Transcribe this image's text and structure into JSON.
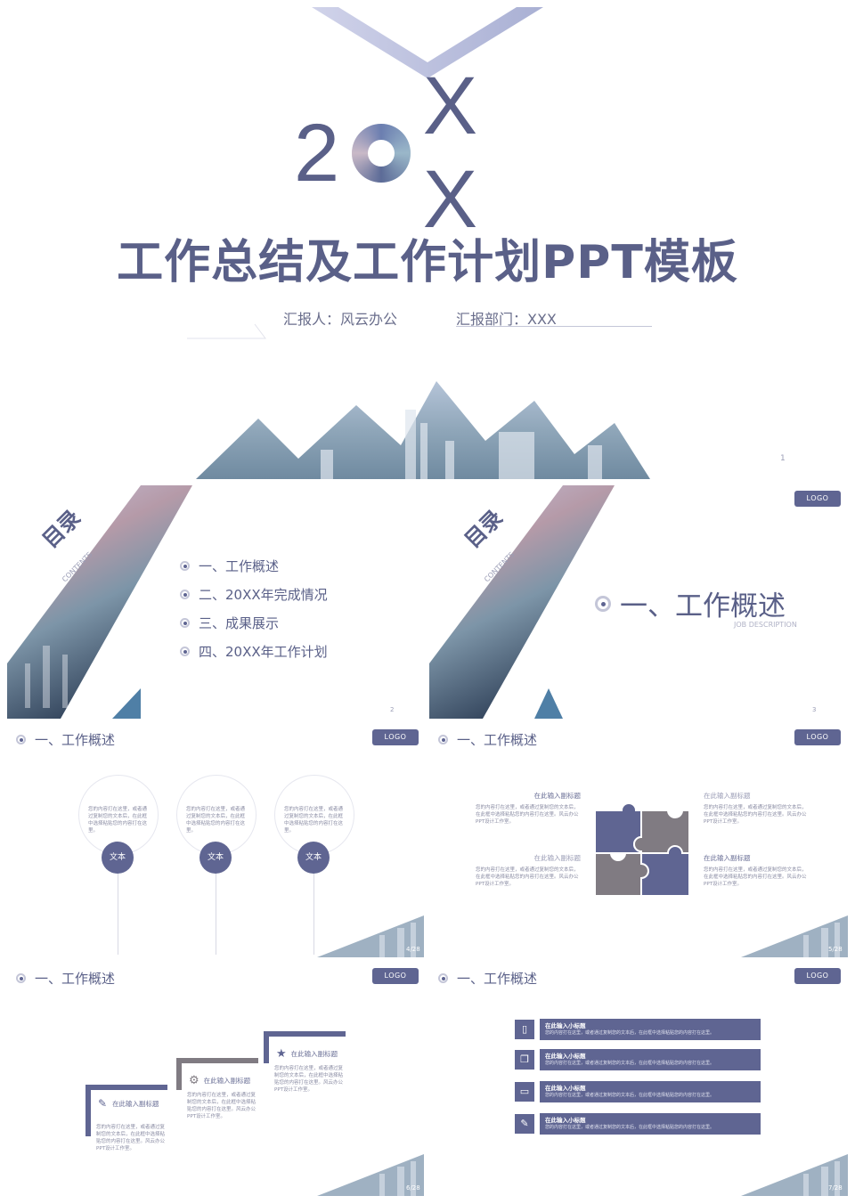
{
  "cover": {
    "year_digit_1": "2",
    "year_xx": "X X",
    "title": "工作总结及工作计划PPT模板",
    "reporter": "汇报人：风云办公",
    "department": "汇报部门：XXX",
    "page": "1"
  },
  "toc": {
    "title": "目录",
    "subtitle": "CONTENTS",
    "items": [
      {
        "label": "一、工作概述"
      },
      {
        "label": "二、20XX年完成情况"
      },
      {
        "label": "三、成果展示"
      },
      {
        "label": "四、20XX年工作计划"
      }
    ],
    "page": "2"
  },
  "section1": {
    "title": "目录",
    "subtitle": "CONTENTS",
    "logo": "LOGO",
    "heading": "一、工作概述",
    "heading_en": "JOB DESCRIPTION",
    "page": "3"
  },
  "slide4": {
    "heading": "一、工作概述",
    "logo": "LOGO",
    "circles": [
      {
        "text": "您的内容打在这里，或者通过复制您的文本后，在此框中选择粘贴您的内容打在这里。",
        "badge": "文本"
      },
      {
        "text": "您的内容打在这里，或者通过复制您的文本后，在此框中选择粘贴您的内容打在这里。",
        "badge": "文本"
      },
      {
        "text": "您的内容打在这里，或者通过复制您的文本后，在此框中选择粘贴您的内容打在这里。",
        "badge": "文本"
      }
    ],
    "page": "4/28"
  },
  "slide5": {
    "heading": "一、工作概述",
    "logo": "LOGO",
    "blocks": [
      {
        "title": "在此输入副标题",
        "text": "您的内容打在这里，或者通过复制您的文本后，在此框中选择粘贴您的内容打在这里。风云办公PPT设计工作室。"
      },
      {
        "title": "在此输入副标题",
        "text": "您的内容打在这里，或者通过复制您的文本后，在此框中选择粘贴您的内容打在这里。风云办公PPT设计工作室。"
      },
      {
        "title": "在此输入副标题",
        "text": "您的内容打在这里，或者通过复制您的文本后，在此框中选择粘贴您的内容打在这里。风云办公PPT设计工作室。"
      },
      {
        "title": "在此输入副标题",
        "text": "您的内容打在这里，或者通过复制您的文本后，在此框中选择粘贴您的内容打在这里。风云办公PPT设计工作室。"
      }
    ],
    "page": "5/28"
  },
  "slide6": {
    "heading": "一、工作概述",
    "logo": "LOGO",
    "steps": [
      {
        "title": "在此输入副标题",
        "text": "您的内容打在这里，或者通过复制您的文本后，在此框中选择粘贴您的内容打在这里。风云办公PPT设计工作室。"
      },
      {
        "title": "在此输入副标题",
        "text": "您的内容打在这里，或者通过复制您的文本后，在此框中选择粘贴您的内容打在这里。风云办公PPT设计工作室。"
      },
      {
        "title": "在此输入副标题",
        "text": "您的内容打在这里，或者通过复制您的文本后，在此框中选择粘贴您的内容打在这里。风云办公PPT设计工作室。"
      }
    ],
    "page": "6/28"
  },
  "slide7": {
    "heading": "一、工作概述",
    "logo": "LOGO",
    "bars": [
      {
        "title": "在此输入小标题",
        "text": "您的内容打在这里，或者通过复制您的文本后，在此框中选择粘贴您的内容打在这里。"
      },
      {
        "title": "在此输入小标题",
        "text": "您的内容打在这里，或者通过复制您的文本后，在此框中选择粘贴您的内容打在这里。"
      },
      {
        "title": "在此输入小标题",
        "text": "您的内容打在这里，或者通过复制您的文本后，在此框中选择粘贴您的内容打在这里。"
      },
      {
        "title": "在此输入小标题",
        "text": "您的内容打在这里，或者通过复制您的文本后，在此框中选择粘贴您的内容打在这里。"
      }
    ],
    "page": "7/28"
  },
  "colors": {
    "primary": "#5f6592",
    "light": "#c8cae0",
    "accent": "#4f7fa6"
  }
}
